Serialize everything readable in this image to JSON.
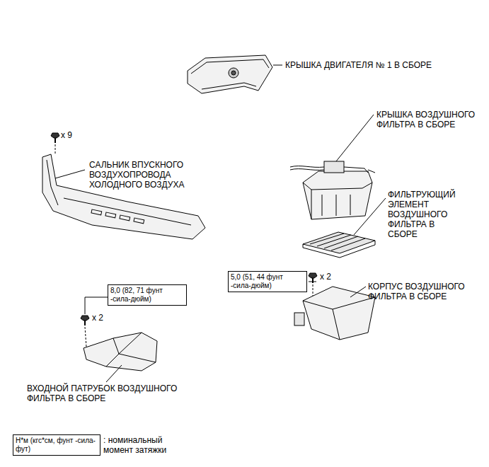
{
  "diagram": {
    "nodes": [
      {
        "text": [
          "5,0 (51, 44 фунт -сила-дюйм)"
        ]
      },
      {
        "text": [
          "8,0 (82, 71 фунт -сила-дюйм)"
        ]
      },
      {
        "text": [
          "Н*м (кгс*см, фунт -сила-фут)"
        ]
      }
    ],
    "labels": [
      "КРЫШКА ДВИГАТЕЛЯ № 1 В СБОРЕ",
      "x 9",
      "САЛЬНИК ВПУСКНОГО ВОЗДУХОПРОВОДА ХОЛОДНОГО ВОЗДУХА",
      "КРЫШКА ВОЗДУШНОГО ФИЛЬТРА В СБОРЕ",
      "ФИЛЬТРУЮЩИЙ ЭЛЕМЕНТ ВОЗДУШНОГО ФИЛЬТРА В СБОРЕ",
      "x 2",
      "КОРПУС ВОЗДУШНОГО ФИЛЬТРА В СБОРЕ",
      "x 2",
      "ВХОДНОЙ ПАТРУБОК ВОЗДУШНОГО ФИЛЬТРА В СБОРЕ",
      ": номинальный момент затяжки"
    ]
  }
}
